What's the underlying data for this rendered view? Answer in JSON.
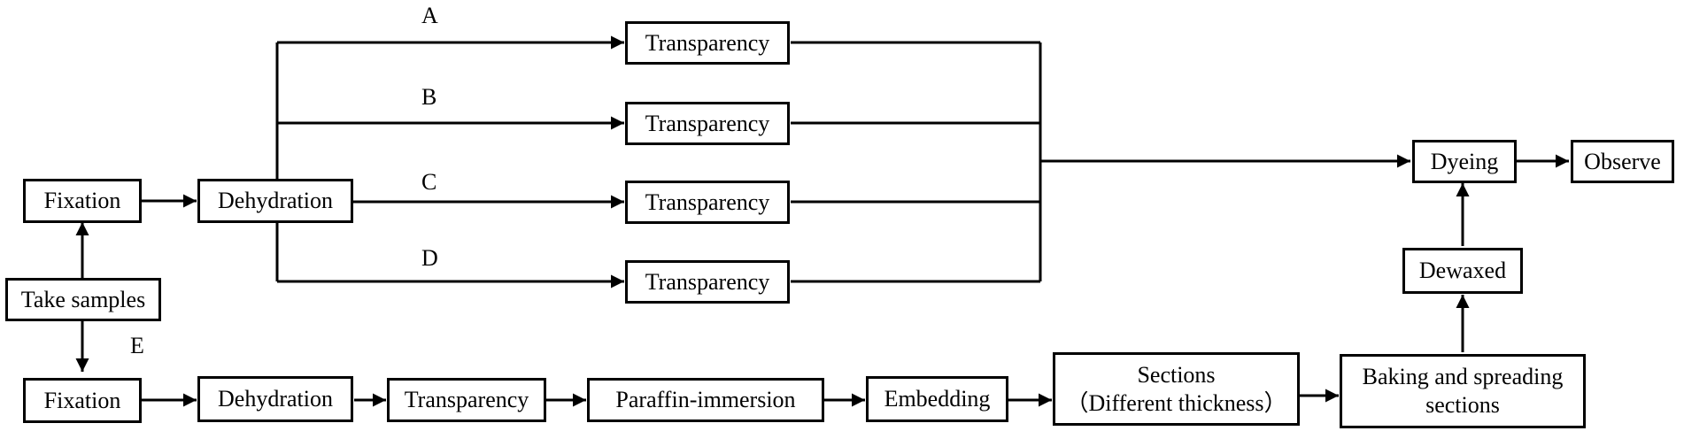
{
  "nodes": {
    "fixation_top": "Fixation",
    "dehydration_top": "Dehydration",
    "transparency_a": "Transparency",
    "transparency_b": "Transparency",
    "transparency_c": "Transparency",
    "transparency_d": "Transparency",
    "dyeing": "Dyeing",
    "observe": "Observe",
    "take_samples": "Take samples",
    "dewaxed": "Dewaxed",
    "fixation_bottom": "Fixation",
    "dehydration_bottom": "Dehydration",
    "transparency_e": "Transparency",
    "paraffin_immersion": "Paraffin-immersion",
    "embedding": "Embedding",
    "sections_line1": "Sections",
    "sections_line2": "（Different thickness）",
    "baking_line1": "Baking and spreading",
    "baking_line2": "sections"
  },
  "branch_labels": {
    "a": "A",
    "b": "B",
    "c": "C",
    "d": "D",
    "e": "E"
  }
}
